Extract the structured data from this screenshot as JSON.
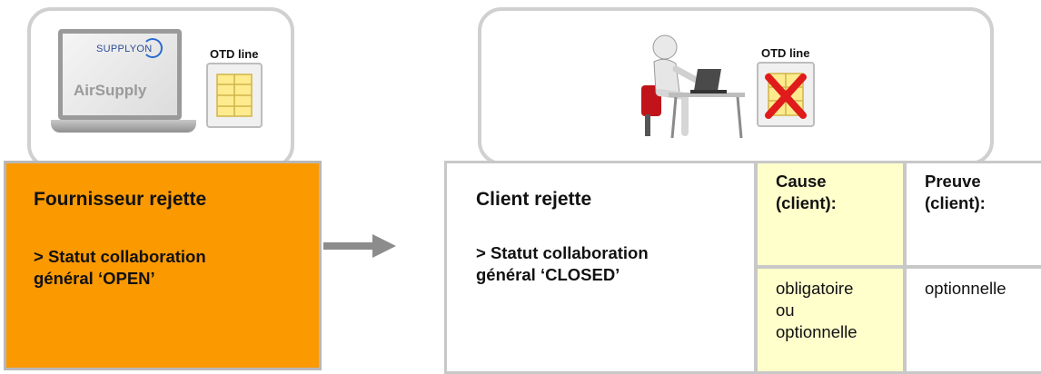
{
  "supplier": {
    "title": "Fournisseur rejette",
    "status_line1": "> Statut collaboration",
    "status_line2": "général ‘OPEN’",
    "panel_color": "#fb9901"
  },
  "client": {
    "title": "Client rejette",
    "status_line1": "> Statut collaboration",
    "status_line2": "général ‘CLOSED’"
  },
  "table": {
    "cause_head_line1": "Cause",
    "cause_head_line2": "(client):",
    "preuve_head_line1": "Preuve",
    "preuve_head_line2": "(client):",
    "cause_value_line1": "obligatoire",
    "cause_value_line2": "ou",
    "cause_value_line3": "optionnelle",
    "preuve_value": "optionnelle",
    "highlight_color": "#ffffcc"
  },
  "images": {
    "laptop_logo": "SUPPLYON",
    "laptop_app": "AirSupply",
    "otd_label_left": "OTD line",
    "otd_label_right": "OTD line",
    "left_icon": "laptop-icon",
    "document_icon": "otd-document-icon",
    "person_icon": "person-at-desk-icon",
    "rejected_icon": "rejected-document-icon"
  },
  "arrow": {
    "icon": "right-arrow-icon"
  }
}
